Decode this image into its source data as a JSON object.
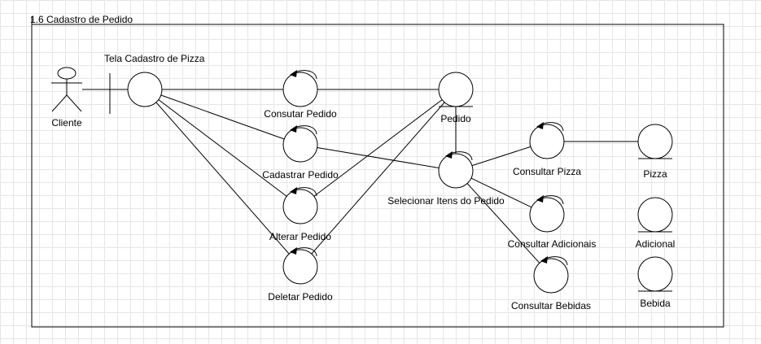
{
  "frame": {
    "title": "1.6 Cadastro de Pedido"
  },
  "actors": [
    {
      "id": "cliente",
      "label": "Cliente"
    }
  ],
  "boundaries": [
    {
      "id": "tela",
      "label": "Tela Cadastro de Pizza"
    }
  ],
  "controls": [
    {
      "id": "consultar_pedido",
      "label": "Consutar Pedido"
    },
    {
      "id": "cadastrar_pedido",
      "label": "Cadastrar Pedido"
    },
    {
      "id": "alterar_pedido",
      "label": "Alterar Pedido"
    },
    {
      "id": "deletar_pedido",
      "label": "Deletar Pedido"
    },
    {
      "id": "selecionar_itens",
      "label": "Selecionar Itens do Pedido"
    },
    {
      "id": "consultar_pizza",
      "label": "Consultar Pizza"
    },
    {
      "id": "consultar_adicionais",
      "label": "Consultar Adicionais"
    },
    {
      "id": "consultar_bebidas",
      "label": "Consultar Bebidas"
    }
  ],
  "entities": [
    {
      "id": "pedido",
      "label": "Pedido"
    },
    {
      "id": "pizza",
      "label": "Pizza"
    },
    {
      "id": "adicional",
      "label": "Adicional"
    },
    {
      "id": "bebida",
      "label": "Bebida"
    }
  ],
  "connections": [
    [
      "cliente",
      "tela"
    ],
    [
      "tela",
      "consultar_pedido"
    ],
    [
      "tela",
      "cadastrar_pedido"
    ],
    [
      "tela",
      "alterar_pedido"
    ],
    [
      "tela",
      "deletar_pedido"
    ],
    [
      "consultar_pedido",
      "pedido"
    ],
    [
      "cadastrar_pedido",
      "selecionar_itens"
    ],
    [
      "alterar_pedido",
      "pedido"
    ],
    [
      "deletar_pedido",
      "pedido"
    ],
    [
      "selecionar_itens",
      "pedido"
    ],
    [
      "selecionar_itens",
      "consultar_pizza"
    ],
    [
      "selecionar_itens",
      "consultar_adicionais"
    ],
    [
      "selecionar_itens",
      "consultar_bebidas"
    ],
    [
      "consultar_pizza",
      "pizza"
    ]
  ]
}
